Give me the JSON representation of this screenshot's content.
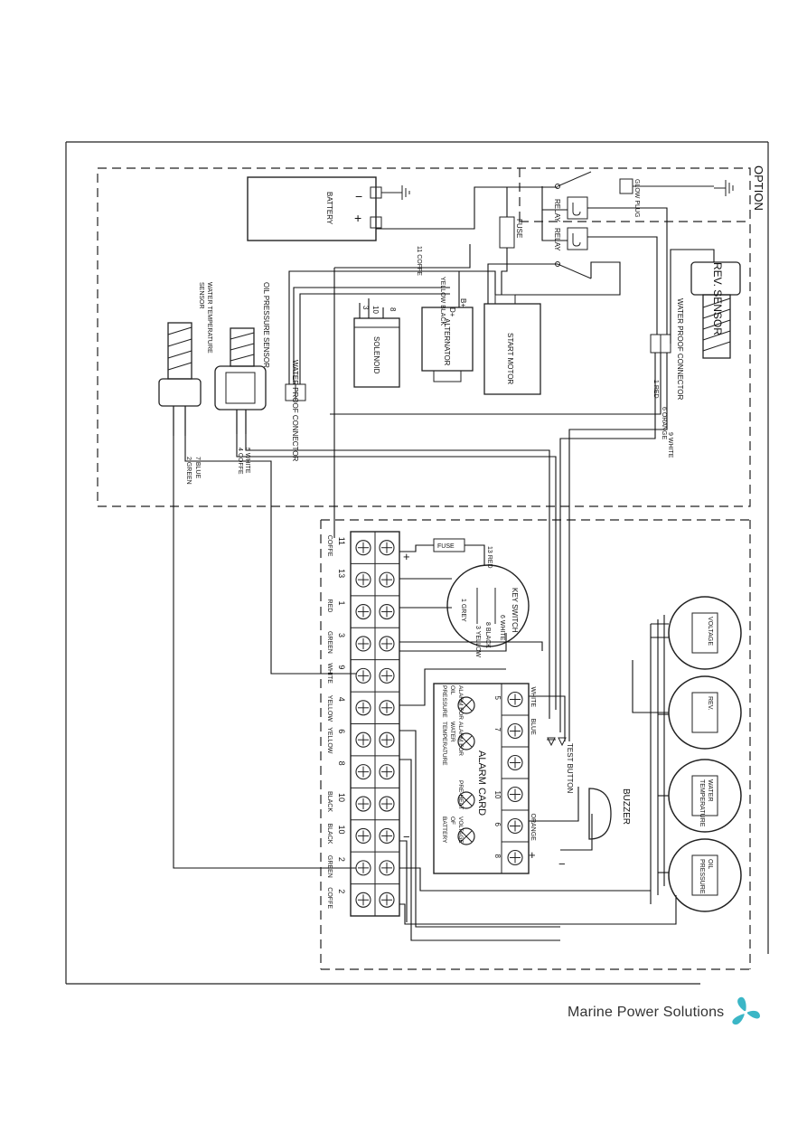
{
  "option_label": "OPTION",
  "components": {
    "battery": "BATTERY",
    "battery_minus": "−",
    "battery_plus": "+",
    "fuse_top": "FUSE",
    "glow_plug": "GLOW PLUG",
    "relay_1": "RELAY",
    "relay_2": "RELAY",
    "rev_sensor": "REV. SENSOR",
    "alternator": "ALTERNATOR",
    "alternator_b": "B+",
    "alternator_d": "D+",
    "start_motor": "START MOTOR",
    "solenoid": "SOLENOID",
    "water_proof_connector_right": "WATER PROOF CONNECTOR",
    "water_proof_connector_left": "WATER PROOF CONNECTOR",
    "oil_pressure_sensor": "OIL PRESSURE SENSOR",
    "water_temp_sensor_line1": "WATER TEMPERATURE",
    "water_temp_sensor_line2": "SENSOR",
    "key_switch": "KEY SWITCH",
    "fuse_key": "FUSE",
    "alarm_card": "ALARM CARD",
    "buzzer": "BUZZER",
    "test_button": "TEST BUTTON"
  },
  "wire_labels": {
    "coffe_11": "11 COFFE",
    "yellow_black": "YELLOW BLACK",
    "w8": "8",
    "w10": "10",
    "w3": "3",
    "red_1": "1 RED",
    "orange_6": "6 ORANGE",
    "white_9": "9 WHITE",
    "white_5": "5 WHITE",
    "coffe_4": "4 COFFE",
    "blue_7": "7 BLUE",
    "green_2": "2 GREEN",
    "red_13": "13 RED",
    "grey_1": "1 GREY",
    "white_6": "6 WHITE",
    "black_8": "8 BLACK",
    "yellow_3": "3 YELLOW"
  },
  "terminal_rows": [
    {
      "num": "11",
      "color": "COFFE"
    },
    {
      "num": "13",
      "color": ""
    },
    {
      "num": "1",
      "color": "RED"
    },
    {
      "num": "3",
      "color": "GREEN"
    },
    {
      "num": "9",
      "color": "WHITE"
    },
    {
      "num": "4",
      "color": "YELLOW"
    },
    {
      "num": "6",
      "color": "YELLOW"
    },
    {
      "num": "8",
      "color": ""
    },
    {
      "num": "10",
      "color": "BLACK"
    },
    {
      "num": "10",
      "color": "BLACK"
    },
    {
      "num": "2",
      "color": "GREEN"
    },
    {
      "num": "2",
      "color": "COFFE"
    }
  ],
  "alarm_terminals": [
    {
      "num": "5",
      "color": "WHITE"
    },
    {
      "num": "7",
      "color": "BLUE"
    },
    {
      "num": "",
      "color": ""
    },
    {
      "num": "10",
      "color": ""
    },
    {
      "num": "6",
      "color": "ORANGE"
    },
    {
      "num": "8",
      "color": ""
    }
  ],
  "alarm_lamps": [
    {
      "line1": "ALARM FOR",
      "line2": "OIL",
      "line3": "PRESSURE"
    },
    {
      "line1": "ALARM FOR",
      "line2": "WATER",
      "line3": "TEMPERATURE"
    },
    {
      "line1": "PRE-HEAT",
      "line2": "",
      "line3": ""
    },
    {
      "line1": "VOLTAGE",
      "line2": "OF",
      "line3": "BATTERY"
    }
  ],
  "gauges": [
    {
      "line1": "VOLTAGE",
      "line2": ""
    },
    {
      "line1": "REV.",
      "line2": ""
    },
    {
      "line1": "WATER",
      "line2": "TEMPERATURE"
    },
    {
      "line1": "OIL",
      "line2": "PRESSURE"
    }
  ],
  "footer": {
    "brand": "Marine Power Solutions"
  }
}
